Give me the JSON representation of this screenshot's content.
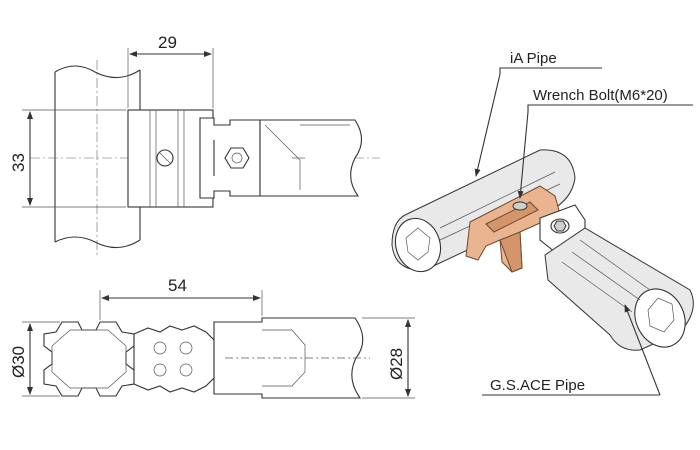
{
  "dimensions": {
    "top_width": "29",
    "top_height": "33",
    "bottom_width": "54",
    "bottom_left_diameter": "Ø30",
    "bottom_right_diameter": "Ø28"
  },
  "callouts": {
    "pipe_top": "iA Pipe",
    "wrench_bolt": "Wrench Bolt(M6*20)",
    "pipe_bottom": "G.S.ACE Pipe"
  },
  "colors": {
    "line": "#333333",
    "copper_part": "#e9b48f"
  }
}
